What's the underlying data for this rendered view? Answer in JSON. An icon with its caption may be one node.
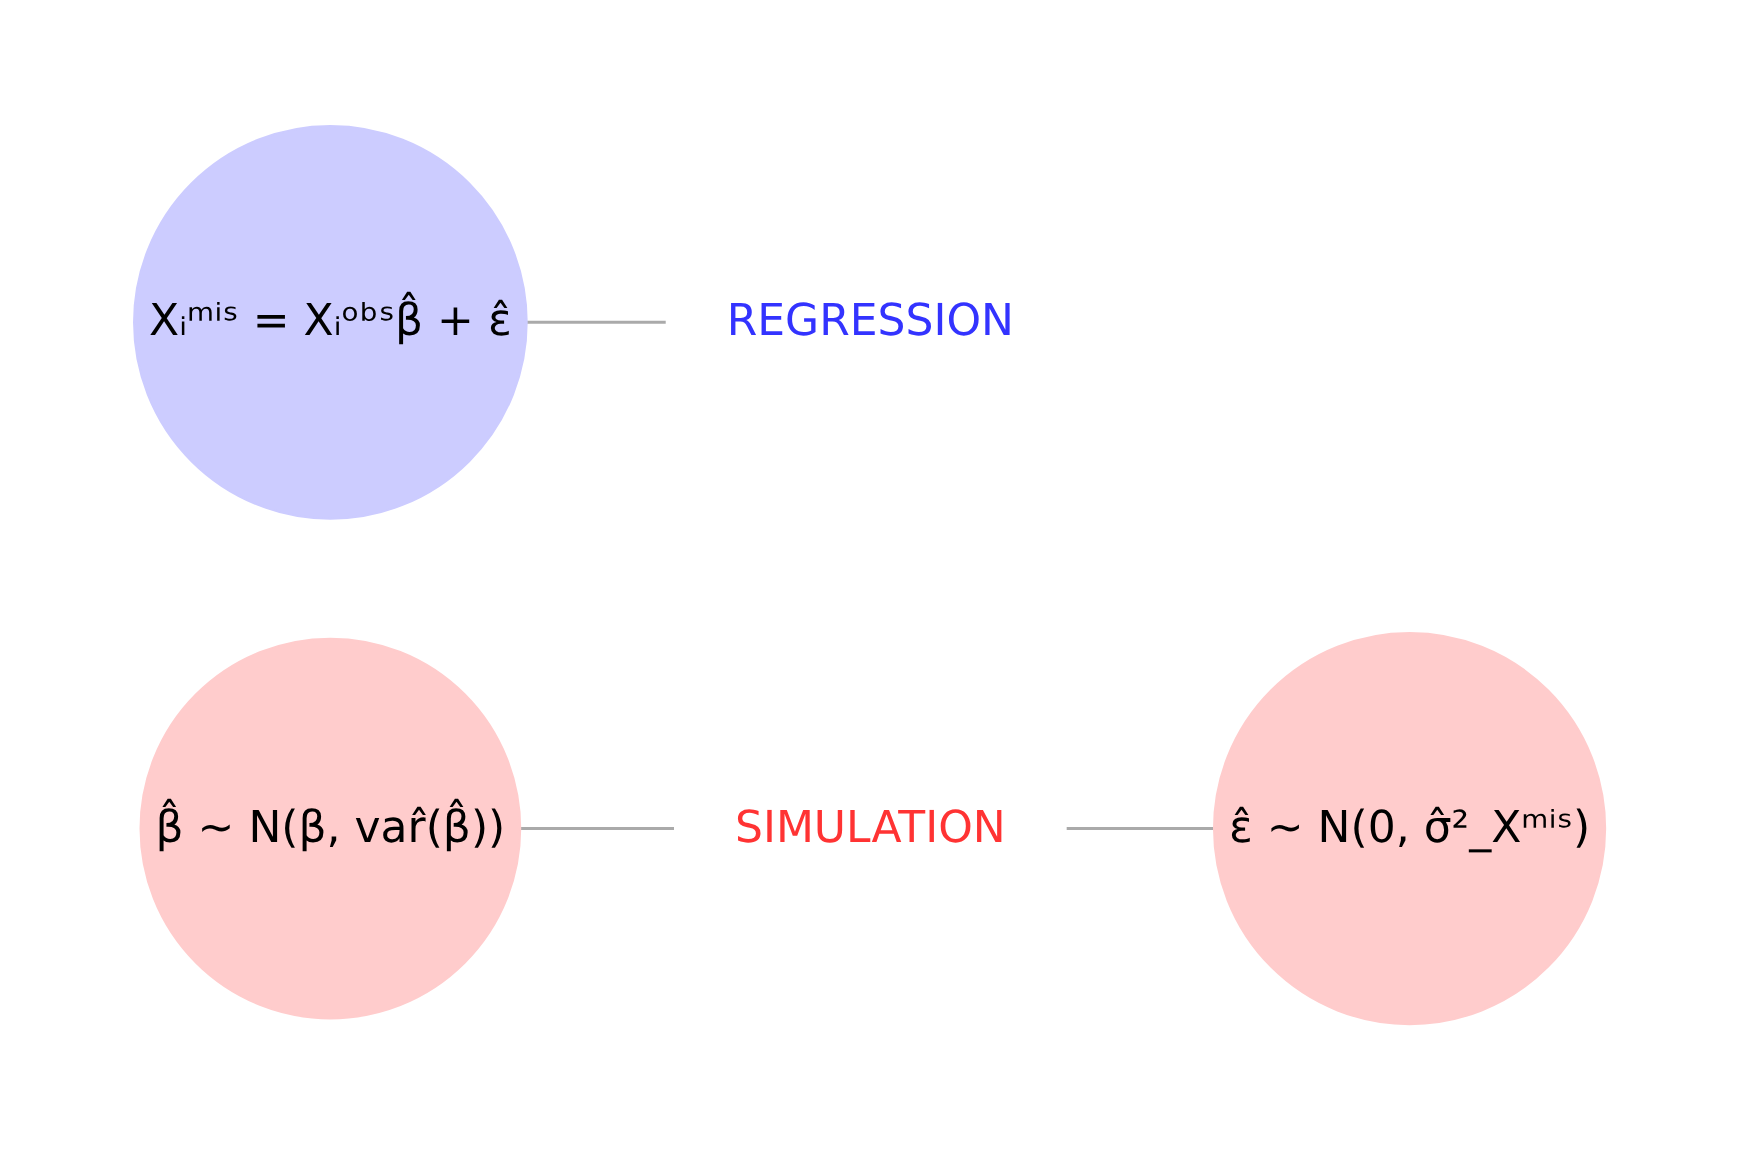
{
  "diagram": {
    "nodes": [
      {
        "text": [
          "Xᵢᵐⁱˢ = Xᵢᵒᵇˢβ̂ + ε̂"
        ]
      },
      {
        "text": [
          "REGRESSION"
        ]
      },
      {
        "text": [
          "β̂ ∼ N(β, var̂(β̂))"
        ]
      },
      {
        "text": [
          "SIMULATION"
        ]
      },
      {
        "text": [
          "ε̂ ∼ N(0, σ̂²_Xᵐⁱˢ)"
        ]
      }
    ],
    "edges": [
      {
        "from": 0,
        "to": 1,
        "arrow": "none"
      },
      {
        "from": 2,
        "to": 3,
        "arrow": "none"
      },
      {
        "from": 3,
        "to": 4,
        "arrow": "none"
      }
    ]
  }
}
